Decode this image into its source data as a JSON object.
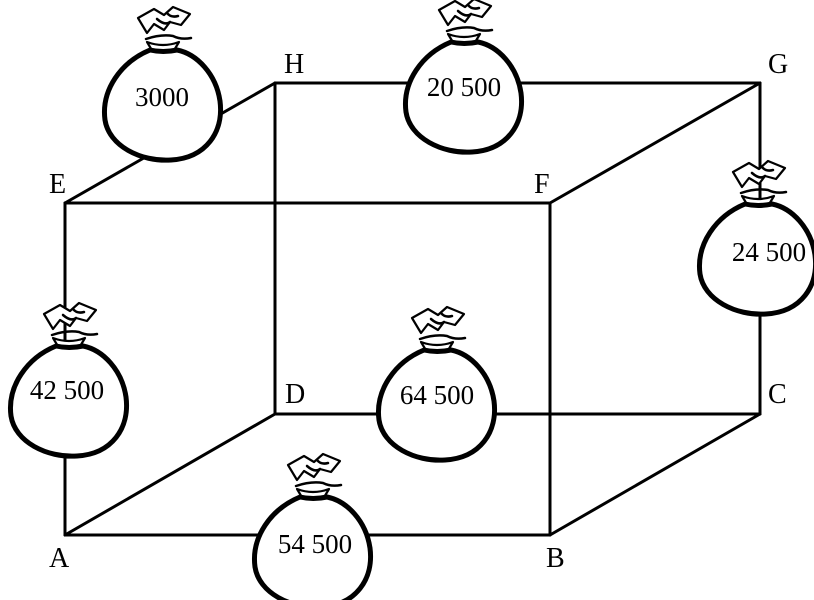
{
  "vertices": {
    "A": "A",
    "B": "B",
    "C": "C",
    "D": "D",
    "E": "E",
    "F": "F",
    "G": "G",
    "H": "H"
  },
  "bags": {
    "he": "3000",
    "hg": "20 500",
    "gc": "24 500",
    "ae": "42 500",
    "dc": "64 500",
    "ab": "54 500"
  }
}
